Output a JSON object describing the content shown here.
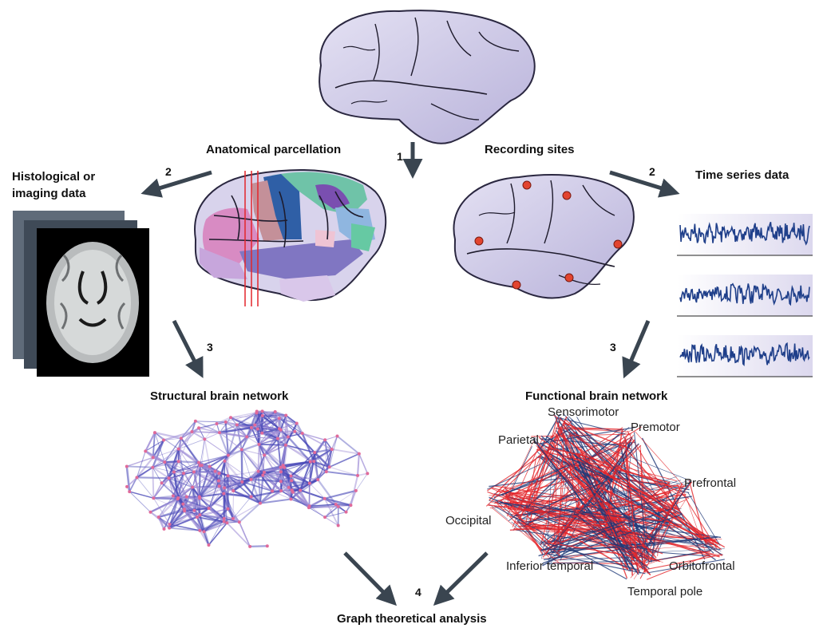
{
  "labels": {
    "anatomical_parcellation": "Anatomical parcellation",
    "recording_sites": "Recording sites",
    "histological": "Histological or\nimaging data",
    "time_series": "Time series data",
    "structural_network": "Structural brain network",
    "functional_network": "Functional brain network",
    "graph_analysis": "Graph theoretical analysis"
  },
  "steps": {
    "s1": "1",
    "s2_left": "2",
    "s2_right": "2",
    "s3_left": "3",
    "s3_right": "3",
    "s4": "4"
  },
  "regions": {
    "sensorimotor": "Sensorimotor",
    "premotor": "Premotor",
    "parietal": "Parietal",
    "prefrontal": "Prefrontal",
    "occipital": "Occipital",
    "inferior_temporal": "Inferior temporal",
    "orbitofrontal": "Orbitofrontal",
    "temporal_pole": "Temporal pole"
  },
  "colors": {
    "brain_fill": "#cfcbe6",
    "brain_outline": "#2a2740",
    "arrow": "#3a4550",
    "signal": "#1f3f8a",
    "red_edge": "#e3262b",
    "blue_edge": "#1f3a78",
    "electrode": "#e2442f"
  }
}
